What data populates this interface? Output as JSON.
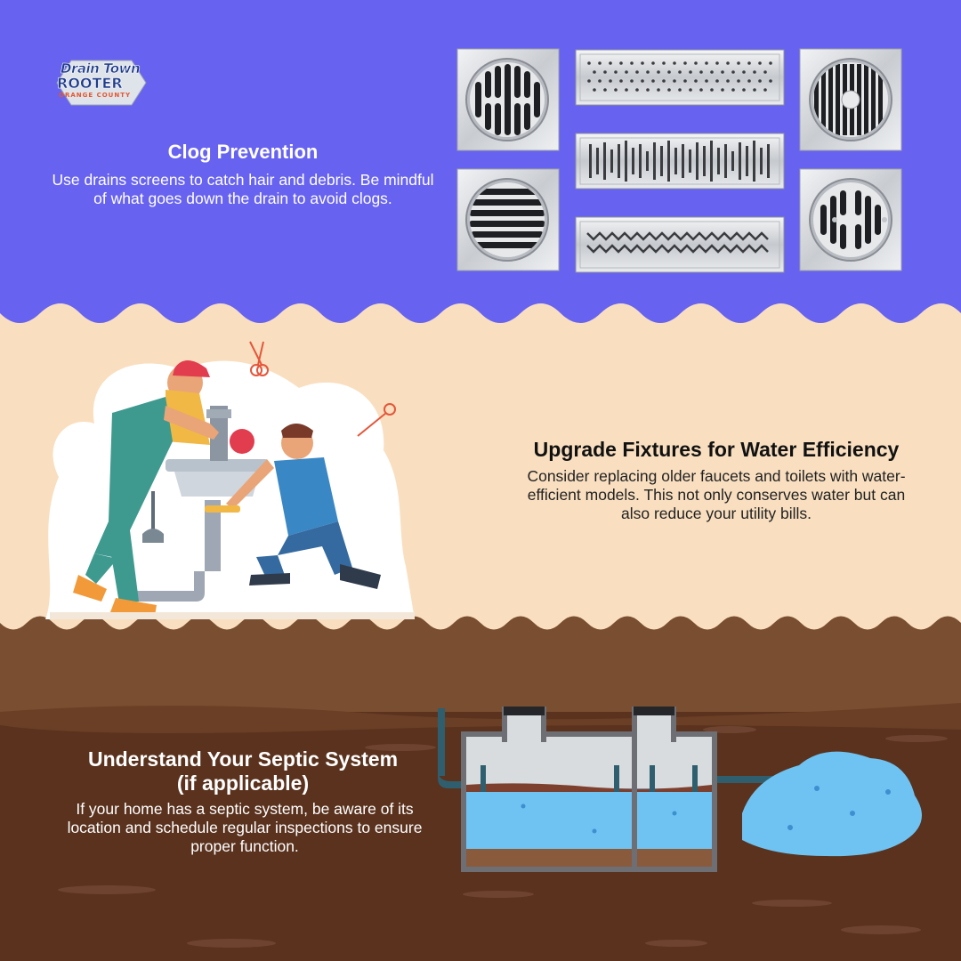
{
  "colors": {
    "top_bg": "#6762f0",
    "mid_bg": "#f9dfc0",
    "soil_dark": "#5a321e",
    "soil_light": "#7a4e30",
    "water": "#6ec3f2"
  },
  "logo": {
    "line1": "Drain Town",
    "line2": "ROOTER",
    "line3": "ORANGE COUNTY"
  },
  "clog": {
    "title": "Clog Prevention",
    "text": "Use drains screens to catch hair and debris. Be mindful of what goes down the drain to avoid clogs."
  },
  "upgrade": {
    "title": "Upgrade Fixtures for Water Efficiency",
    "text": "Consider replacing older faucets and toilets with water-efficient models. This not only conserves water but can also reduce your utility bills."
  },
  "septic": {
    "title_line1": "Understand Your Septic System",
    "title_line2": "(if applicable)",
    "text": "If your home has a septic system, be aware of its location and schedule regular inspections to ensure proper function."
  },
  "icons": [
    "drain-grate-icon",
    "plier-icon",
    "wrench-icon",
    "plunger-icon"
  ]
}
